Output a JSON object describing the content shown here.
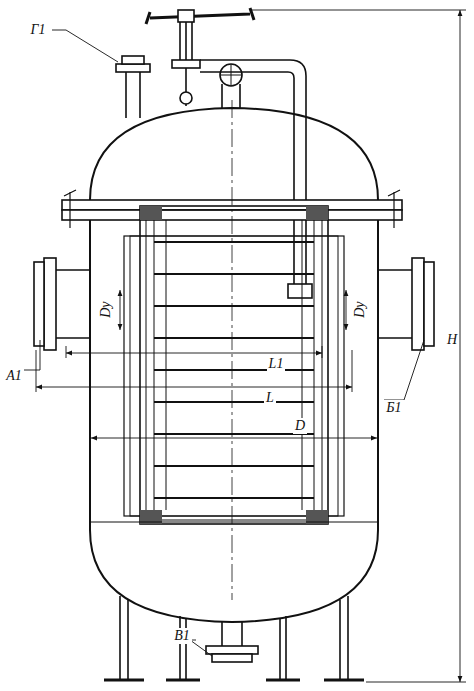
{
  "diagram": {
    "labels": [
      "Г1",
      "Dу",
      "Dу",
      "А1",
      "L1",
      "L",
      "Б1",
      "D",
      "H",
      "В1"
    ]
  }
}
